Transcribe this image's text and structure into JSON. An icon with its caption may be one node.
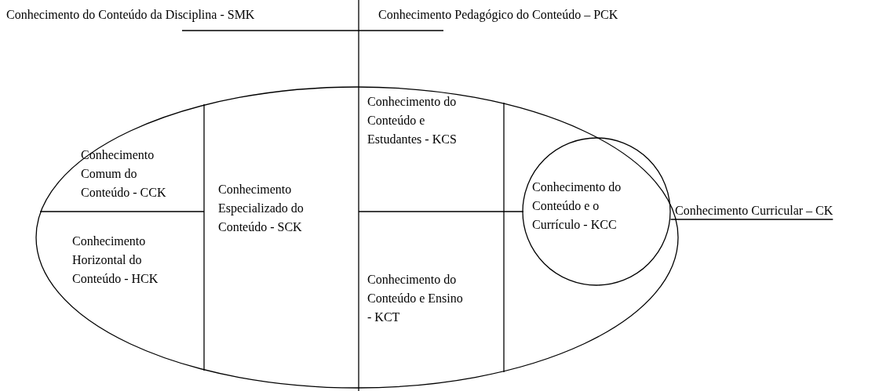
{
  "diagram": {
    "nodes": [
      {
        "text": [],
        "shape": "ellipse"
      },
      {
        "text": [
          "Conhecimento Comum do Conteúdo - CCK"
        ],
        "in": 0
      },
      {
        "text": [
          "Conhecimento Horizontal do Conteúdo - HCK"
        ],
        "in": 0
      },
      {
        "text": [
          "Conhecimento Especializado do Conteúdo - SCK"
        ],
        "in": 0
      },
      {
        "text": [
          "Conhecimento do Conteúdo e Estudantes - KCS"
        ],
        "in": 0
      },
      {
        "text": [
          "Conhecimento do Conteúdo e Ensino - KCT"
        ],
        "in": 0
      },
      {
        "text": [
          "Conhecimento do Conteúdo e o Currículo - KCC"
        ],
        "in": 0
      },
      {
        "text": [
          "Conhecimento Curricular – CK"
        ]
      }
    ],
    "edges": [
      {
        "from": 7,
        "to": 6,
        "arrow": "none"
      }
    ],
    "labels": [
      "Conhecimento do Conteúdo da Disciplina - SMK",
      "Conhecimento Pedagógico do Conteúdo – PCK"
    ]
  }
}
